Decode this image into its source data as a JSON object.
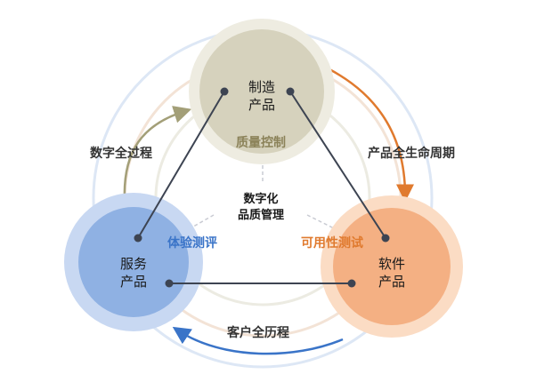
{
  "nodes": {
    "manufacturing": {
      "line1": "制造",
      "line2": "产品",
      "color": "#d6d2bd",
      "ring_color": "#e9e7db"
    },
    "service": {
      "line1": "服务",
      "line2": "产品",
      "color": "#8fb1e3",
      "ring_color": "#c5d6f1"
    },
    "software": {
      "line1": "软件",
      "line2": "产品",
      "color": "#f4b083",
      "ring_color": "#f9d4ba"
    }
  },
  "center": {
    "line1": "数字化",
    "line2": "品质管理"
  },
  "edge_labels": {
    "quality_control": {
      "text": "质量控制",
      "color": "#8b8259"
    },
    "experience_eval": {
      "text": "体验测评",
      "color": "#3a74c8"
    },
    "usability_test": {
      "text": "可用性测试",
      "color": "#e07a2e"
    }
  },
  "cycle_labels": {
    "digital_full_process": "数字全过程",
    "product_lifecycle": "产品全生命周期",
    "customer_journey": "客户全历程"
  },
  "colors": {
    "arc_olive": "#a39f78",
    "arc_orange": "#e07a2e",
    "arc_blue": "#3a74c8",
    "text_dark": "#1a1a1a",
    "connector": "#3d4452"
  }
}
